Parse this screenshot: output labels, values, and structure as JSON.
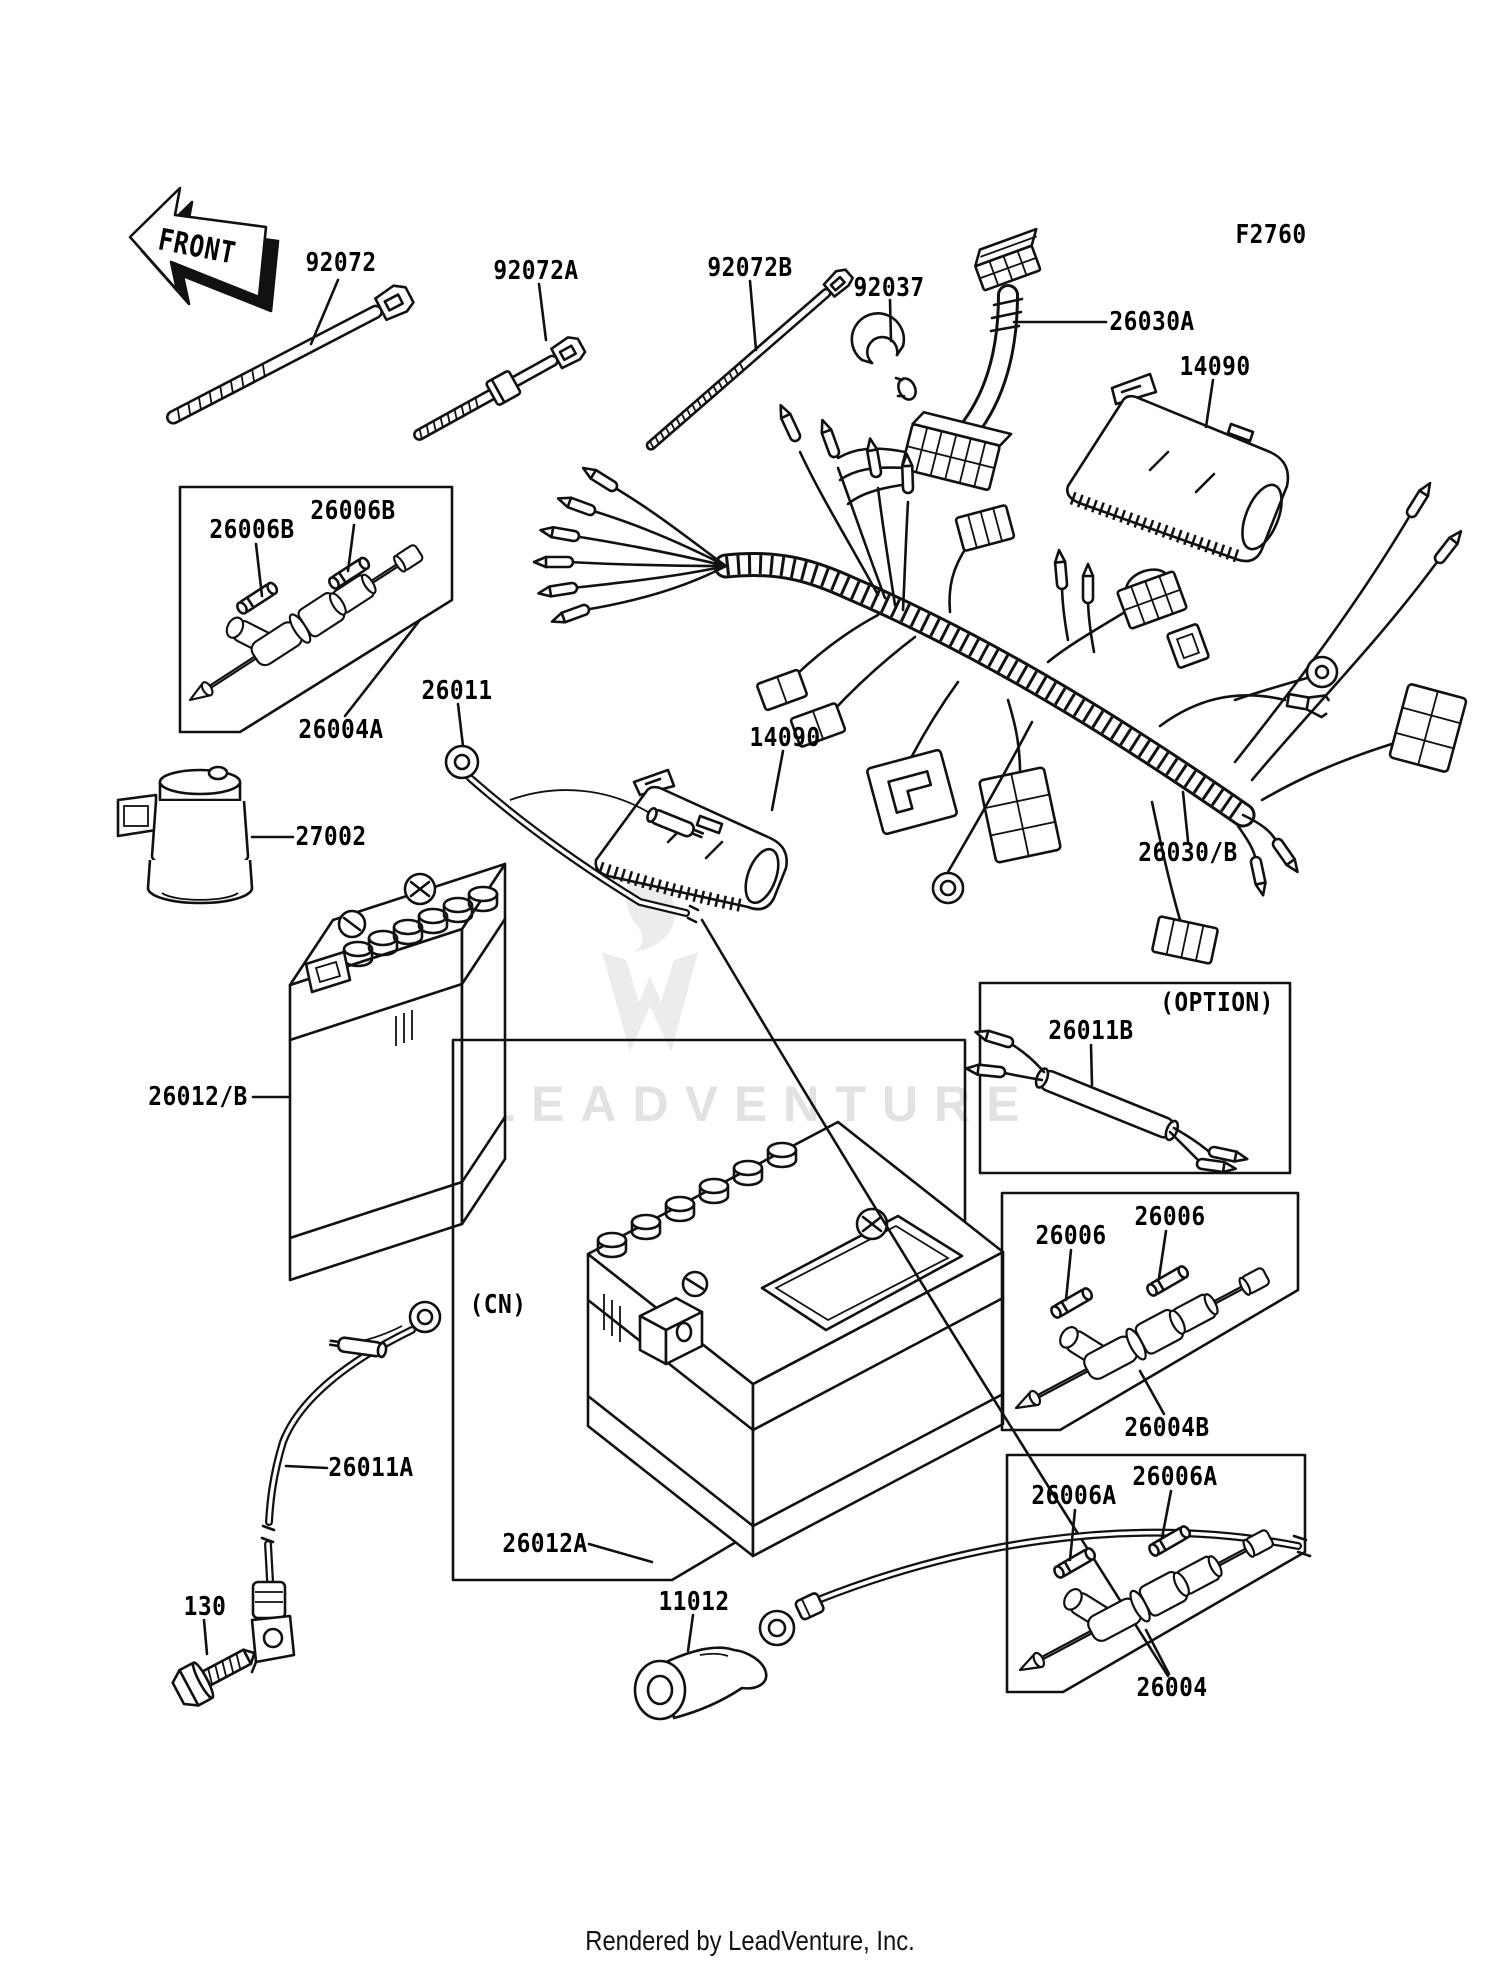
{
  "diagram": {
    "figure_code": "F2760",
    "front_label": "FRONT",
    "watermark": "LEADVENTURE",
    "footer": "Rendered by LeadVenture, Inc.",
    "parts": {
      "p92072": "92072",
      "p92072a": "92072A",
      "p92072b": "92072B",
      "p92037": "92037",
      "p26030a": "26030A",
      "p14090": "14090",
      "p26006b": "26006B",
      "p26004a": "26004A",
      "p26011": "26011",
      "p27002": "27002",
      "p26030b": "26030/B",
      "option": "(OPTION)",
      "p26011b": "26011B",
      "p26006": "26006",
      "p26004b": "26004B",
      "p26006a": "26006A",
      "p26004": "26004",
      "p26012b": "26012/B",
      "cn": "(CN)",
      "p26011a": "26011A",
      "p130": "130",
      "p26012a": "26012A",
      "p11012": "11012"
    }
  }
}
